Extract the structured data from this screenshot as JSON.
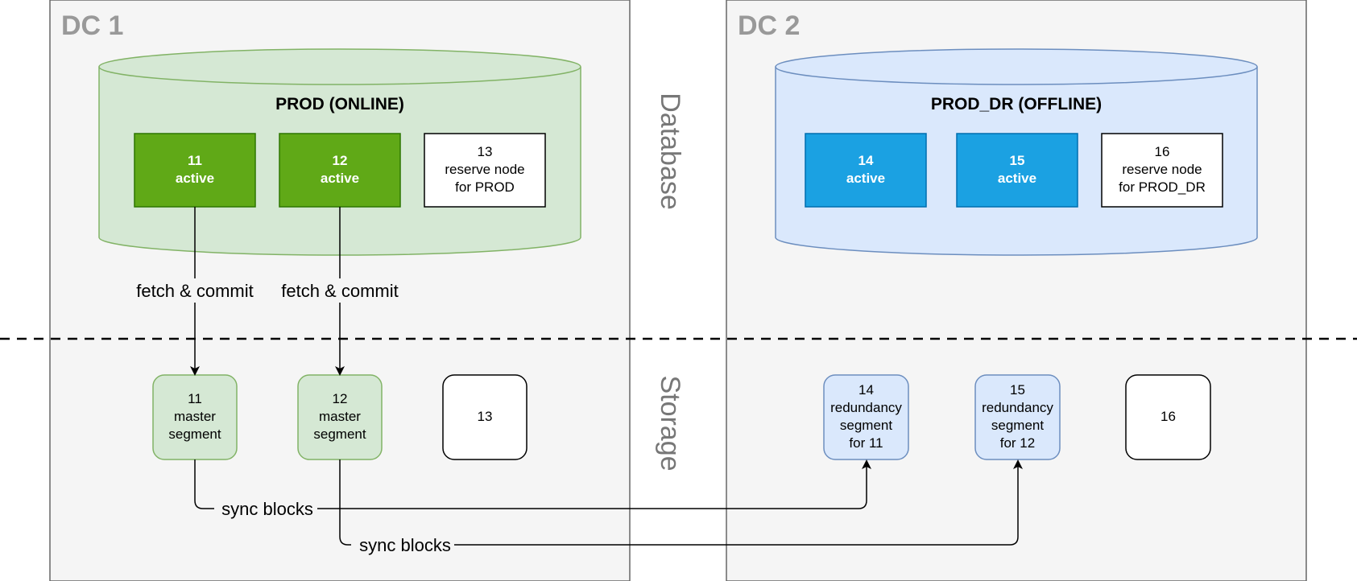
{
  "datacenters": [
    {
      "title": "DC 1"
    },
    {
      "title": "DC 2"
    }
  ],
  "layers": {
    "database": "Database",
    "storage": "Storage"
  },
  "databases": [
    {
      "title": "PROD (ONLINE)",
      "fill": "#d5e8d4",
      "stroke": "#82b366",
      "nodes": [
        {
          "lines": [
            "11",
            "active"
          ],
          "fill": "#60a917",
          "stroke": "#2d7600",
          "text_color": "#ffffff"
        },
        {
          "lines": [
            "12",
            "active"
          ],
          "fill": "#60a917",
          "stroke": "#2d7600",
          "text_color": "#ffffff"
        },
        {
          "lines": [
            "13",
            "reserve node",
            "for PROD"
          ],
          "fill": "#ffffff",
          "stroke": "#000000",
          "text_color": "#000000"
        }
      ]
    },
    {
      "title": "PROD_DR (OFFLINE)",
      "fill": "#dae8fc",
      "stroke": "#6c8ebf",
      "nodes": [
        {
          "lines": [
            "14",
            "active"
          ],
          "fill": "#1ba1e2",
          "stroke": "#006eaf",
          "text_color": "#ffffff"
        },
        {
          "lines": [
            "15",
            "active"
          ],
          "fill": "#1ba1e2",
          "stroke": "#006eaf",
          "text_color": "#ffffff"
        },
        {
          "lines": [
            "16",
            "reserve node",
            "for PROD_DR"
          ],
          "fill": "#ffffff",
          "stroke": "#000000",
          "text_color": "#000000"
        }
      ]
    }
  ],
  "segments": [
    {
      "lines": [
        "11",
        "master",
        "segment"
      ],
      "fill": "#d5e8d4",
      "stroke": "#82b366"
    },
    {
      "lines": [
        "12",
        "master",
        "segment"
      ],
      "fill": "#d5e8d4",
      "stroke": "#82b366"
    },
    {
      "lines": [
        "13"
      ],
      "fill": "#ffffff",
      "stroke": "#000000"
    },
    {
      "lines": [
        "14",
        "redundancy",
        "segment",
        "for 11"
      ],
      "fill": "#dae8fc",
      "stroke": "#6c8ebf"
    },
    {
      "lines": [
        "15",
        "redundancy",
        "segment",
        "for 12"
      ],
      "fill": "#dae8fc",
      "stroke": "#6c8ebf"
    },
    {
      "lines": [
        "16"
      ],
      "fill": "#ffffff",
      "stroke": "#000000"
    }
  ],
  "edges": {
    "fetch_commit_1": "fetch & commit",
    "fetch_commit_2": "fetch & commit",
    "sync_blocks_1": "sync blocks",
    "sync_blocks_2": "sync blocks"
  },
  "colors": {
    "dc_fill": "#f5f5f5",
    "dc_stroke": "#666666",
    "line": "#000000"
  }
}
